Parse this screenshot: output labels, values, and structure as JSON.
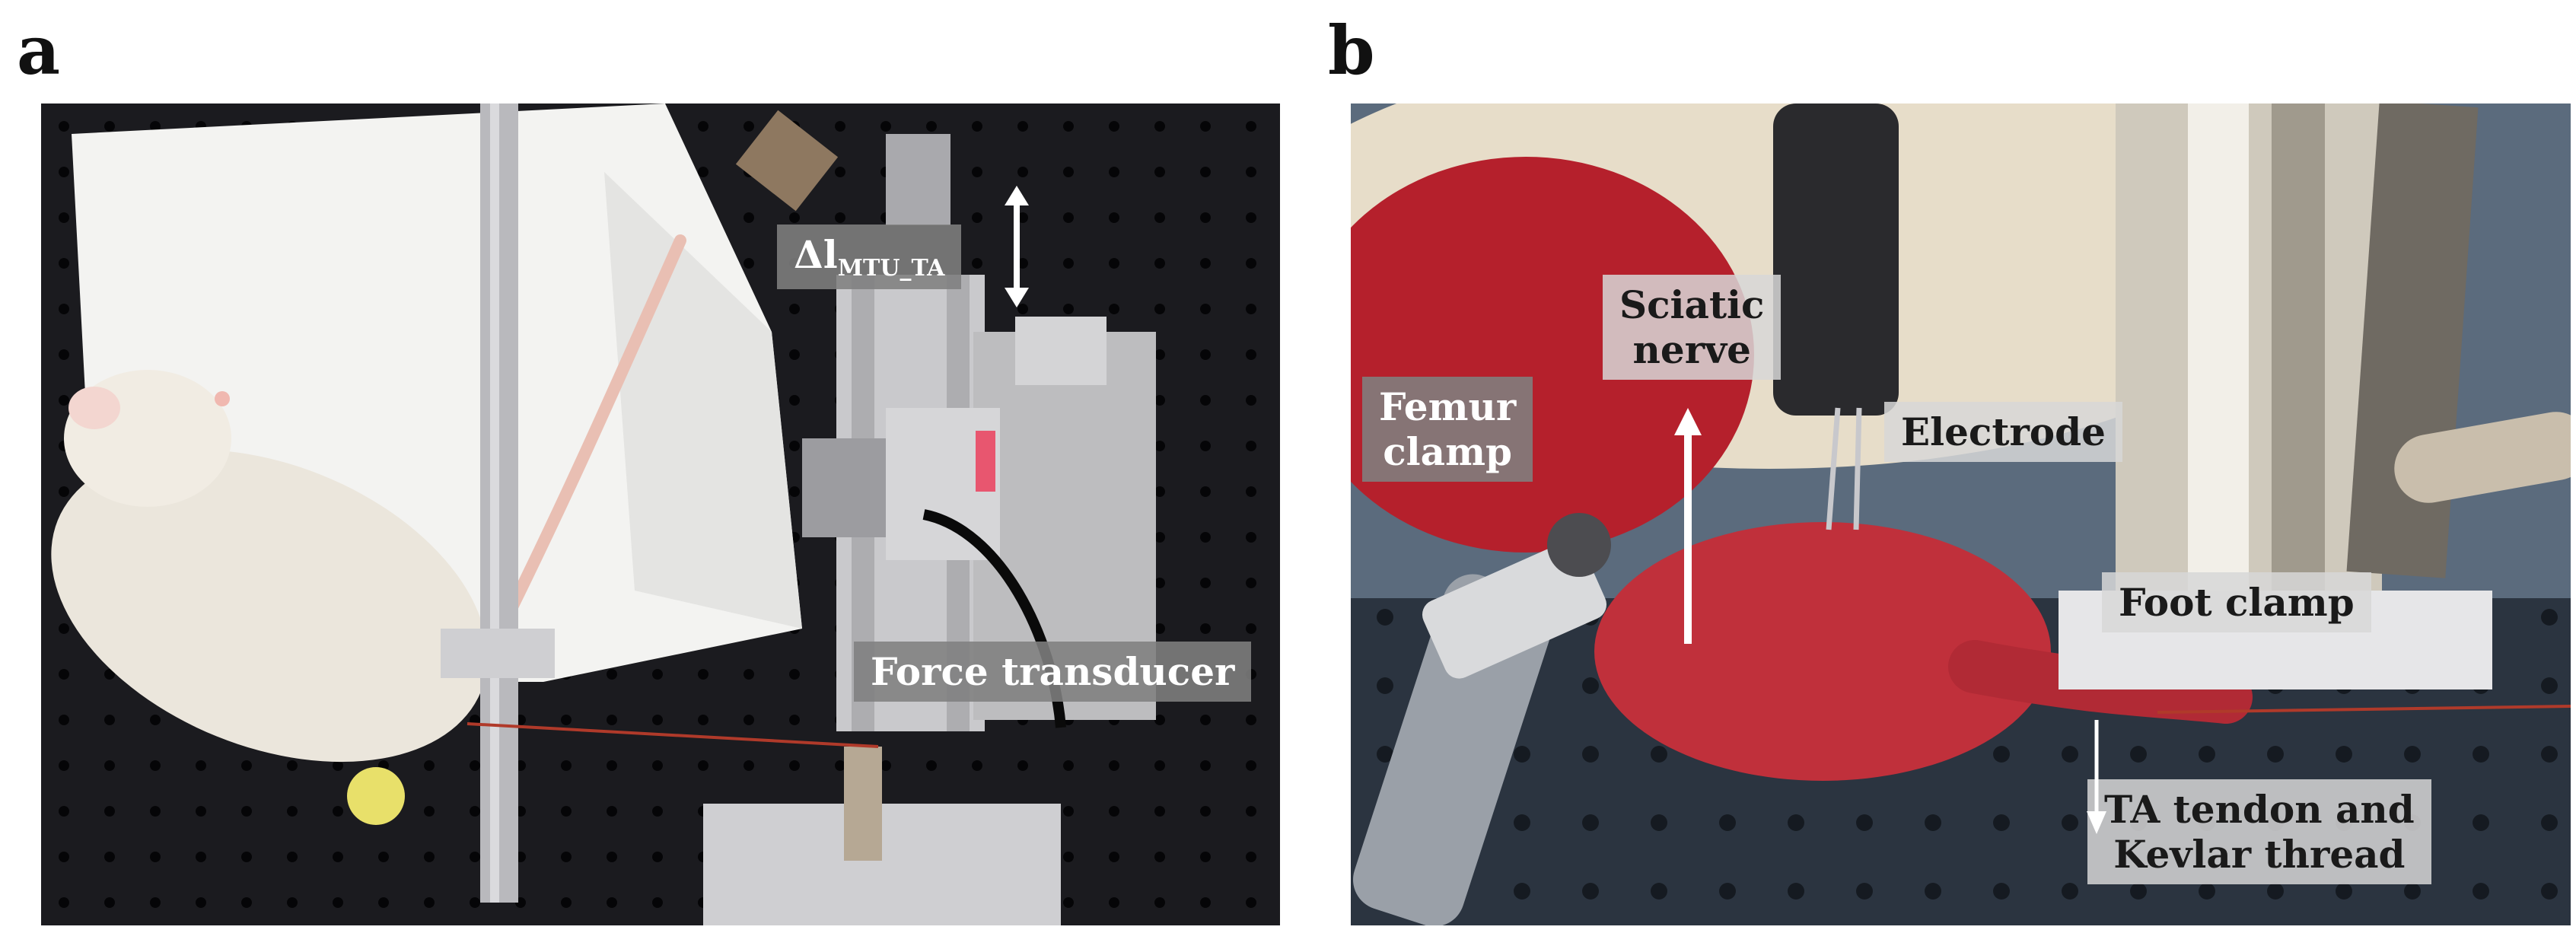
{
  "panels": {
    "a": {
      "letter": "a",
      "labels": {
        "delta_symbol": "Δl",
        "delta_subscript": "MTU_TA",
        "force_transducer": "Force transducer"
      }
    },
    "b": {
      "letter": "b",
      "labels": {
        "sciatic_nerve": "Sciatic\nnerve",
        "femur_clamp": "Femur\nclamp",
        "electrode": "Electrode",
        "foot_clamp": "Foot clamp",
        "ta_tendon": "TA tendon and\nKevlar thread"
      }
    }
  },
  "colors": {
    "label_background": "#808080",
    "label_text": "#ffffff",
    "muscle": "#b8222e",
    "fur": "#e9e4da",
    "pegboard": "#18181b",
    "arrow": "#ffffff"
  }
}
